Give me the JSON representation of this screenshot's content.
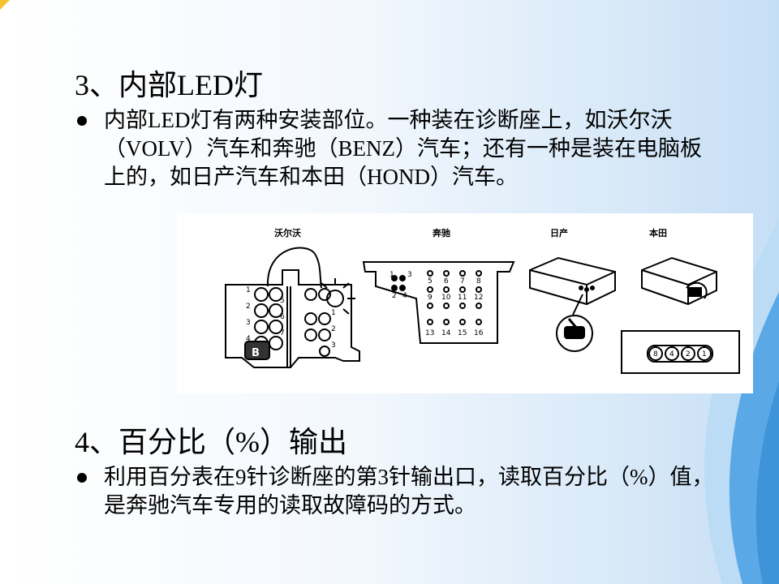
{
  "sections": [
    {
      "heading": "3、内部LED灯",
      "bullet": "内部LED灯有两种安装部位。一种装在诊断座上，如沃尔沃（VOLV）汽车和奔驰（BENZ）汽车；还有一种是装在电脑板上的，如日产汽车和本田（HOND）汽车。"
    },
    {
      "heading": "4、百分比（%）输出",
      "bullet": "利用百分表在9针诊断座的第3针输出口，读取百分比（%）值，是奔驰汽车专用的读取故障码的方式。"
    }
  ],
  "figure": {
    "labels": [
      "沃尔沃",
      "奔驰",
      "日产",
      "本田"
    ],
    "volvo_pins": [
      "1",
      "2",
      "3",
      "4",
      "5",
      "6",
      "7",
      "1",
      "2",
      "3"
    ],
    "volvo_plate": "B",
    "benz_pins": [
      "1",
      "3",
      "2",
      "4",
      "5",
      "6",
      "7",
      "8",
      "9",
      "10",
      "11",
      "12",
      "13",
      "14",
      "15",
      "16"
    ],
    "honda_display": [
      "8",
      "4",
      "2",
      "1"
    ]
  },
  "colors": {
    "accent_blue": "#5aa8e6",
    "light_blue": "#bcdcf6"
  }
}
